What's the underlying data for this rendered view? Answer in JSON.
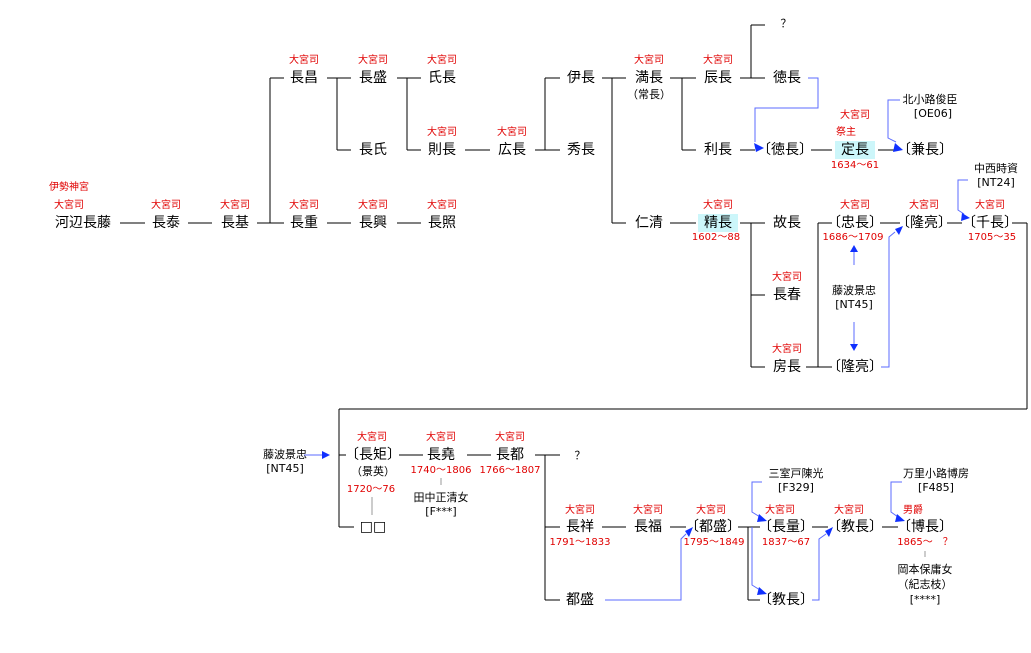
{
  "title_label": "大宮司",
  "nodes": {
    "kawabe_nagafuji": {
      "name": "河辺長藤",
      "titles": [
        "伊勢神宮",
        "大宮司"
      ]
    },
    "nagayasu": {
      "name": "長泰",
      "title": "大宮司"
    },
    "nagamoto": {
      "name": "長基",
      "title": "大宮司"
    },
    "nagamasa": {
      "name": "長昌",
      "title": "大宮司"
    },
    "nagashige": {
      "name": "長重",
      "title": "大宮司"
    },
    "nagamori": {
      "name": "長盛",
      "title": "大宮司"
    },
    "nagauji": {
      "name": "長氏"
    },
    "ujinaga": {
      "name": "氏長",
      "title": "大宮司"
    },
    "norinaga": {
      "name": "則長",
      "title": "大宮司"
    },
    "hironaga": {
      "name": "広長",
      "title": "大宮司"
    },
    "korenaga": {
      "name": "伊長"
    },
    "hidenaga": {
      "name": "秀長"
    },
    "nagaoki": {
      "name": "長興",
      "title": "大宮司"
    },
    "nagateru": {
      "name": "長照",
      "title": "大宮司"
    },
    "mitsunaga": {
      "name": "満長",
      "alias": "（常長）",
      "title": "大宮司"
    },
    "tokinaga": {
      "name": "辰長",
      "title": "大宮司"
    },
    "unknown1": {
      "name": "？"
    },
    "norinaga2": {
      "name": "徳長"
    },
    "toshinaga": {
      "name": "利長"
    },
    "norinaga2_adopted": {
      "name": "〔徳長〕"
    },
    "sadanaga": {
      "name": "定長",
      "titles": [
        "大宮司",
        "祭主"
      ],
      "years": "1634〜61"
    },
    "kitakoji": {
      "name": "北小路俊臣",
      "code": "[OE06]"
    },
    "kanenaga": {
      "name": "〔兼長〕"
    },
    "hitokiyo": {
      "name": "仁清"
    },
    "kiyonaga": {
      "name": "精長",
      "title": "大宮司",
      "years": "1602〜88"
    },
    "yuenaga": {
      "name": "故長"
    },
    "nagaharu": {
      "name": "長春",
      "title": "大宮司"
    },
    "fusanaga": {
      "name": "房長",
      "title": "大宮司"
    },
    "tadanaga": {
      "name": "〔忠長〕",
      "title": "大宮司",
      "years": "1686〜1709"
    },
    "fujinami": {
      "name": "藤波景忠",
      "code": "[NT45]"
    },
    "takaaki_b": {
      "name": "〔隆亮〕"
    },
    "takaaki": {
      "name": "〔隆亮〕",
      "title": "大宮司"
    },
    "nakanishi": {
      "name": "中西時資",
      "code": "[NT24]"
    },
    "chinaga": {
      "name": "〔千長〕",
      "title": "大宮司",
      "years": "1705〜35"
    },
    "fujinami2": {
      "name": "藤波景忠",
      "code": "[NT45]"
    },
    "nagatsune": {
      "name": "〔長矩〕",
      "alias": "（景英）",
      "title": "大宮司",
      "years": "1720〜76"
    },
    "unknown_box": {
      "name": "□□"
    },
    "nagatoshi": {
      "name": "長堯",
      "title": "大宮司",
      "years": "1740〜1806"
    },
    "tanaka": {
      "name": "田中正清女",
      "code": "[F***]"
    },
    "nagato": {
      "name": "長都",
      "title": "大宮司",
      "years": "1766〜1807"
    },
    "unknown2": {
      "name": "？"
    },
    "nagayoshi": {
      "name": "長祥",
      "title": "大宮司",
      "years": "1791〜1833"
    },
    "nagafuku": {
      "name": "長福",
      "title": "大宮司"
    },
    "tomori_a": {
      "name": "〔都盛〕",
      "title": "大宮司",
      "years": "1795〜1849"
    },
    "tomori": {
      "name": "都盛"
    },
    "sanmuroto": {
      "name": "三室戸陳光",
      "code": "[F329]"
    },
    "nagakazu": {
      "name": "〔長量〕",
      "title": "大宮司",
      "years": "1837〜67"
    },
    "norinaga3": {
      "name": "〔教長〕"
    },
    "norinaga4": {
      "name": "〔教長〕",
      "title": "大宮司"
    },
    "madenokoji": {
      "name": "万里小路博房",
      "code": "[F485]"
    },
    "hironaga2": {
      "name": "〔博長〕",
      "title": "男爵",
      "years": "1865〜　？"
    },
    "okamoto": {
      "name": "岡本保庸女",
      "alias": "（紀志枝）",
      "code": "[****]"
    }
  }
}
